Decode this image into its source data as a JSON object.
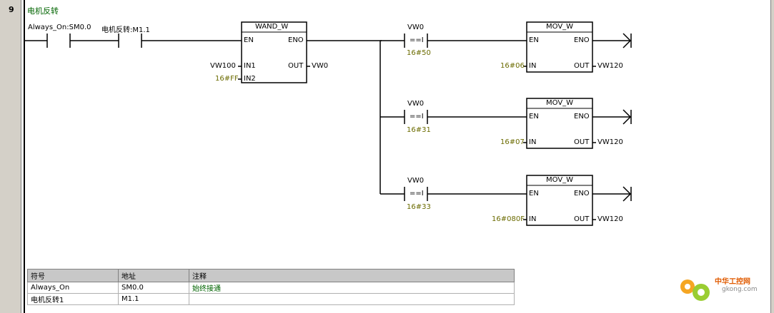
{
  "network": {
    "number": "9",
    "title": "电机反转"
  },
  "contacts": {
    "c1_label": "Always_On:SM0.0",
    "c2_label": "电机反转:M1.1"
  },
  "wand": {
    "name": "WAND_W",
    "en": "EN",
    "eno": "ENO",
    "in1": "IN1",
    "in2": "IN2",
    "out": "OUT",
    "in1_val": "VW100",
    "in2_val": "16#FF",
    "out_val": "VW0"
  },
  "compares": [
    {
      "operand": "VW0",
      "op": "==I",
      "value": "16#50"
    },
    {
      "operand": "VW0",
      "op": "==I",
      "value": "16#31"
    },
    {
      "operand": "VW0",
      "op": "==I",
      "value": "16#33"
    }
  ],
  "movs": [
    {
      "name": "MOV_W",
      "en": "EN",
      "eno": "ENO",
      "in": "IN",
      "out": "OUT",
      "in_val": "16#06",
      "out_val": "VW120"
    },
    {
      "name": "MOV_W",
      "en": "EN",
      "eno": "ENO",
      "in": "IN",
      "out": "OUT",
      "in_val": "16#07",
      "out_val": "VW120"
    },
    {
      "name": "MOV_W",
      "en": "EN",
      "eno": "ENO",
      "in": "IN",
      "out": "OUT",
      "in_val": "16#080F",
      "out_val": "VW120"
    }
  ],
  "symbol_table": {
    "headers": [
      "符号",
      "地址",
      "注释"
    ],
    "rows": [
      [
        "Always_On",
        "SM0.0",
        "始终接通"
      ],
      [
        "电机反转1",
        "M1.1",
        ""
      ]
    ]
  },
  "watermark": {
    "line1": "中华工控网",
    "line2": "gkong.com"
  },
  "colors": {
    "comment": "#006400",
    "constant": "#6b6b00",
    "gutter": "#d4d0c8"
  }
}
